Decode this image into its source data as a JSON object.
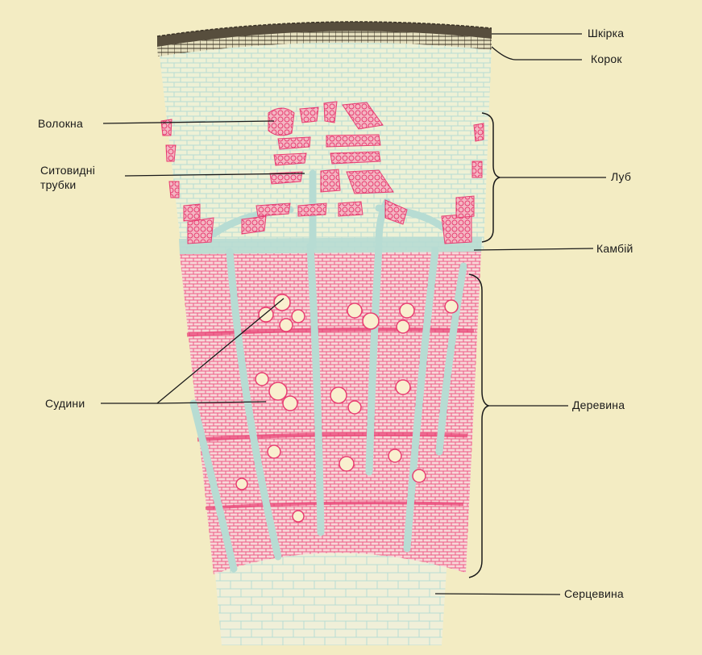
{
  "labels": {
    "shkirka": "Шкірка",
    "korok": "Корок",
    "lub": "Луб",
    "kambii": "Камбій",
    "derevyna": "Деревина",
    "sertsevyna": "Серцевина",
    "volokna": "Волокна",
    "sytovydni_line1": "Ситовидні",
    "sytovydni_line2": "трубки",
    "sudyny": "Судини"
  },
  "colors": {
    "background": "#f3ecc3",
    "wood_pink": "#ee5a86",
    "wood_fill": "#f3c3c8",
    "tissue_blue": "#b7dcd3",
    "bark_dark": "#3b3326",
    "line": "#1a1a1a"
  }
}
